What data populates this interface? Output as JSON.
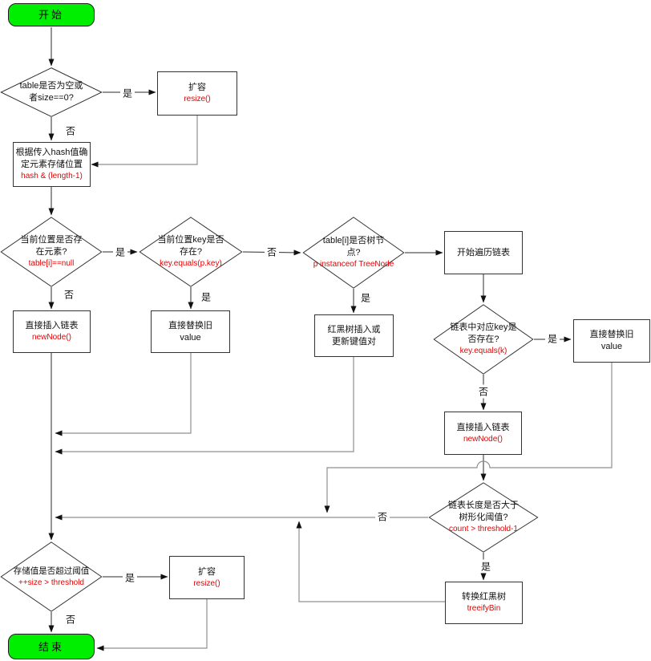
{
  "nodes": {
    "start": {
      "label": "开始"
    },
    "check_empty": {
      "line1": "table是否为空或",
      "line2": "者size==0?"
    },
    "resize_top": {
      "line1": "扩容",
      "code": "resize()"
    },
    "hash_position": {
      "line1": "根据传入hash值确",
      "line2": "定元素存储位置",
      "code": "hash & (length-1)"
    },
    "check_exist": {
      "line1": "当前位置是否存",
      "line2": "在元素?",
      "code": "table[i]==null"
    },
    "check_key": {
      "line1": "当前位置key是否",
      "line2": "存在?",
      "code": "key.equals(p.key)"
    },
    "check_treenode": {
      "line1": "table[i]是否树节",
      "line2": "点?",
      "code": "p instanceof TreeNode"
    },
    "traverse_list": {
      "line1": "开始遍历链表"
    },
    "insert_list_left": {
      "line1": "直接插入链表",
      "code": "newNode()"
    },
    "replace_value_mid": {
      "line1": "直接替换旧",
      "line2": "value"
    },
    "rbtree_insert": {
      "line1": "红黑树插入或",
      "line2": "更新键值对"
    },
    "check_list_key": {
      "line1": "链表中对应key是",
      "line2": "否存在?",
      "code": "key.equals(k)"
    },
    "replace_value_right": {
      "line1": "直接替换旧",
      "line2": "value"
    },
    "insert_list_right": {
      "line1": "直接插入链表",
      "code": "newNode()"
    },
    "check_list_length": {
      "line1": "链表长度是否大于",
      "line2": "树形化阈值?",
      "code": "count > threshold-1"
    },
    "treeify_bin": {
      "line1": "转换红黑树",
      "code": "treeifyBin"
    },
    "check_size": {
      "line1": "存储值是否超过阈值",
      "code": "++size > threshold"
    },
    "resize_bottom": {
      "line1": "扩容",
      "code": "resize()"
    },
    "end": {
      "label": "结束"
    }
  },
  "edge_labels": {
    "yes": "是",
    "no": "否"
  },
  "colors": {
    "terminal_green": "#00ee00",
    "code_red": "#e60000",
    "line_dark": "#2b2b2b",
    "line_gray": "#8f8f8f",
    "shape_border": "#333333",
    "background": "#ffffff"
  }
}
